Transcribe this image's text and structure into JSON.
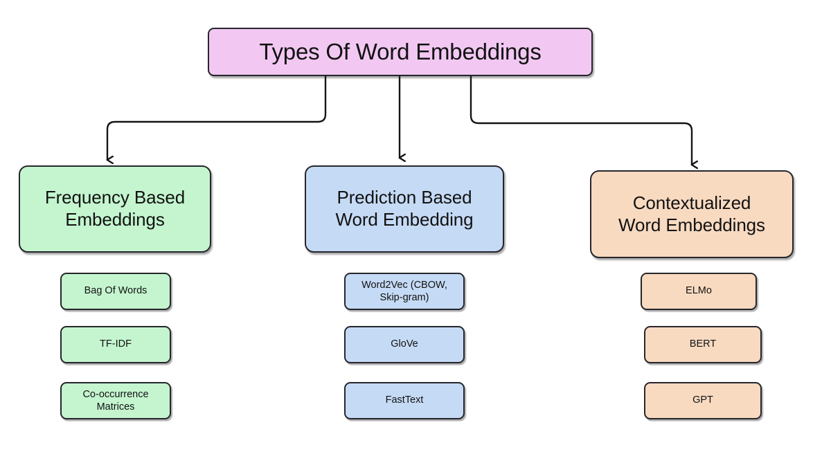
{
  "diagram": {
    "title": "Types Of Word Embeddings",
    "type": "hierarchy-tree",
    "colors": {
      "root_fill": "#f2c8f2",
      "frequency_fill": "#c4f5cf",
      "prediction_fill": "#c5daf5",
      "contextual_fill": "#f8dac1",
      "border": "#26262b",
      "text": "#121212",
      "background": "#ffffff"
    },
    "root": {
      "label": "Types Of Word Embeddings"
    },
    "branches": [
      {
        "id": "frequency",
        "label": "Frequency Based\nEmbeddings",
        "children": [
          {
            "label": "Bag Of Words"
          },
          {
            "label": "TF-IDF"
          },
          {
            "label": "Co-occurrence\nMatrices"
          }
        ]
      },
      {
        "id": "prediction",
        "label": "Prediction Based\nWord Embedding",
        "children": [
          {
            "label": "Word2Vec (CBOW,\nSkip-gram)"
          },
          {
            "label": "GloVe"
          },
          {
            "label": "FastText"
          }
        ]
      },
      {
        "id": "contextual",
        "label": "Contextualized\nWord Embeddings",
        "children": [
          {
            "label": "ELMo"
          },
          {
            "label": "BERT"
          },
          {
            "label": "GPT"
          }
        ]
      }
    ]
  }
}
